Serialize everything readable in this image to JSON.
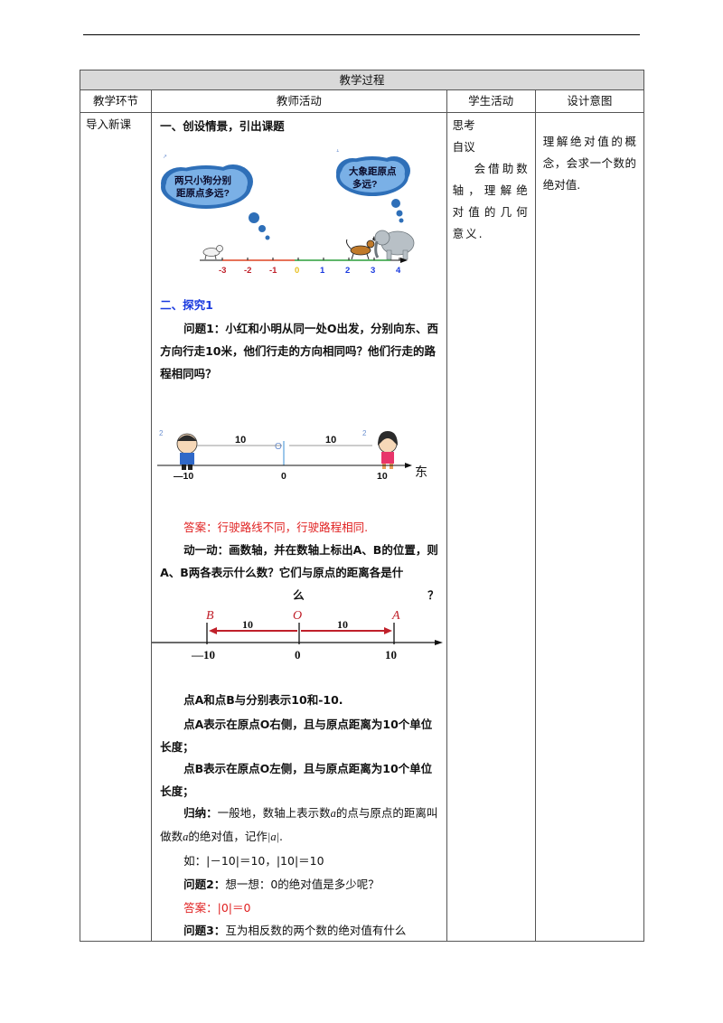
{
  "table": {
    "title": "教学过程",
    "col_headers": [
      "教学环节",
      "教师活动",
      "学生活动",
      "设计意图"
    ],
    "phase": "导入新课"
  },
  "teacher": {
    "s1_title": "一、创设情景，引出课题",
    "bubble_left": [
      "两只小狗分别",
      "距原点多远?"
    ],
    "bubble_right": [
      "大象距原点",
      "多远?"
    ],
    "numline1_ticks": [
      "-3",
      "-2",
      "-1",
      "0",
      "1",
      "2",
      "3",
      "4"
    ],
    "s2_title": "二、探究1",
    "q1_label": "问题1：",
    "q1_text": "小红和小明从同一处O出发，分别向东、西方向行走10米，他们行走的方向相同吗？他们行走的路程相同吗？",
    "fig2": {
      "dist_left": "10",
      "dist_right": "10",
      "label_left": "—10",
      "label_mid": "0",
      "label_right": "10",
      "east": "东",
      "o_label": "O"
    },
    "answer1": "答案：行驶路线不同，行驶路程相同.",
    "act_label": "动一动：",
    "act_text": "画数轴，并在数轴上标出A、B的位置，则A、B两各表示什么数？它们与原点的距离各是什",
    "act_tail": [
      "么",
      "？"
    ],
    "fig3": {
      "B": "B",
      "O": "O",
      "A": "A",
      "d1": "10",
      "d2": "10",
      "t1": "—10",
      "t2": "0",
      "t3": "10"
    },
    "p1": "点A和点B与分别表示10和-10.",
    "p2": "点A表示在原点O右侧，且与原点距离为10个单位长度；",
    "p3": "点B表示在原点O左侧，且与原点距离为10个单位长度；",
    "sum_label": "归纳：",
    "sum_text_a": "一般地，数轴上表示数",
    "sum_a": "a",
    "sum_text_b": "的点与原点的距离叫做数",
    "sum_text_c": "的绝对值，记作",
    "sum_abs": "|a|",
    "sum_end": ".",
    "example": "如：|－10|＝10，|10|＝10",
    "q2_label": "问题2：",
    "q2_text": "想一想：0的绝对值是多少呢？",
    "answer2": "答案：|0|＝0",
    "q3_label": "问题3：",
    "q3_text": "互为相反数的两个数的绝对值有什么"
  },
  "student": {
    "l1": "思考",
    "l2": "自议",
    "l3": "会借助数轴，理解绝对值的几何意义."
  },
  "intent": {
    "text": "理解绝对值的概念，会求一个数的绝对值."
  }
}
